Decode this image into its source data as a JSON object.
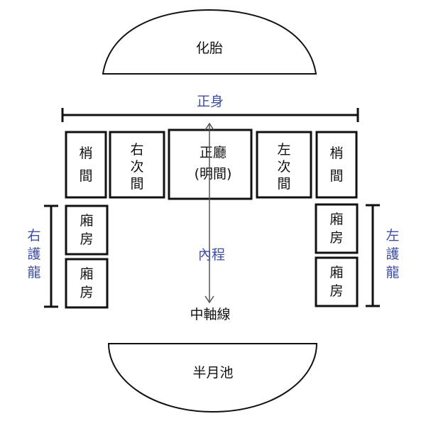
{
  "colors": {
    "ink": "#111111",
    "accent": "#3f4fa0",
    "axis": "#555555",
    "background": "#ffffff"
  },
  "top": {
    "label": "化胎"
  },
  "bottom": {
    "label": "半月池"
  },
  "main_body": {
    "label": "正身"
  },
  "inner": {
    "label": "內程"
  },
  "axis": {
    "label": "中軸線"
  },
  "rooms": {
    "left_end": {
      "line1": "梢",
      "line2": "間"
    },
    "right_secondary": {
      "line1": "右",
      "line2": "次",
      "line3": "間"
    },
    "main_hall": {
      "line1": "正廳",
      "line2": "(明間)"
    },
    "left_secondary": {
      "line1": "左",
      "line2": "次",
      "line3": "間"
    },
    "right_end": {
      "line1": "梢",
      "line2": "間"
    }
  },
  "wings": {
    "right": {
      "label": {
        "line1": "右",
        "line2": "護",
        "line3": "龍"
      },
      "rooms": [
        {
          "line1": "廂",
          "line2": "房"
        },
        {
          "line1": "廂",
          "line2": "房"
        }
      ]
    },
    "left": {
      "label": {
        "line1": "左",
        "line2": "護",
        "line3": "龍"
      },
      "rooms": [
        {
          "line1": "廂",
          "line2": "房"
        },
        {
          "line1": "廂",
          "line2": "房"
        }
      ]
    }
  }
}
